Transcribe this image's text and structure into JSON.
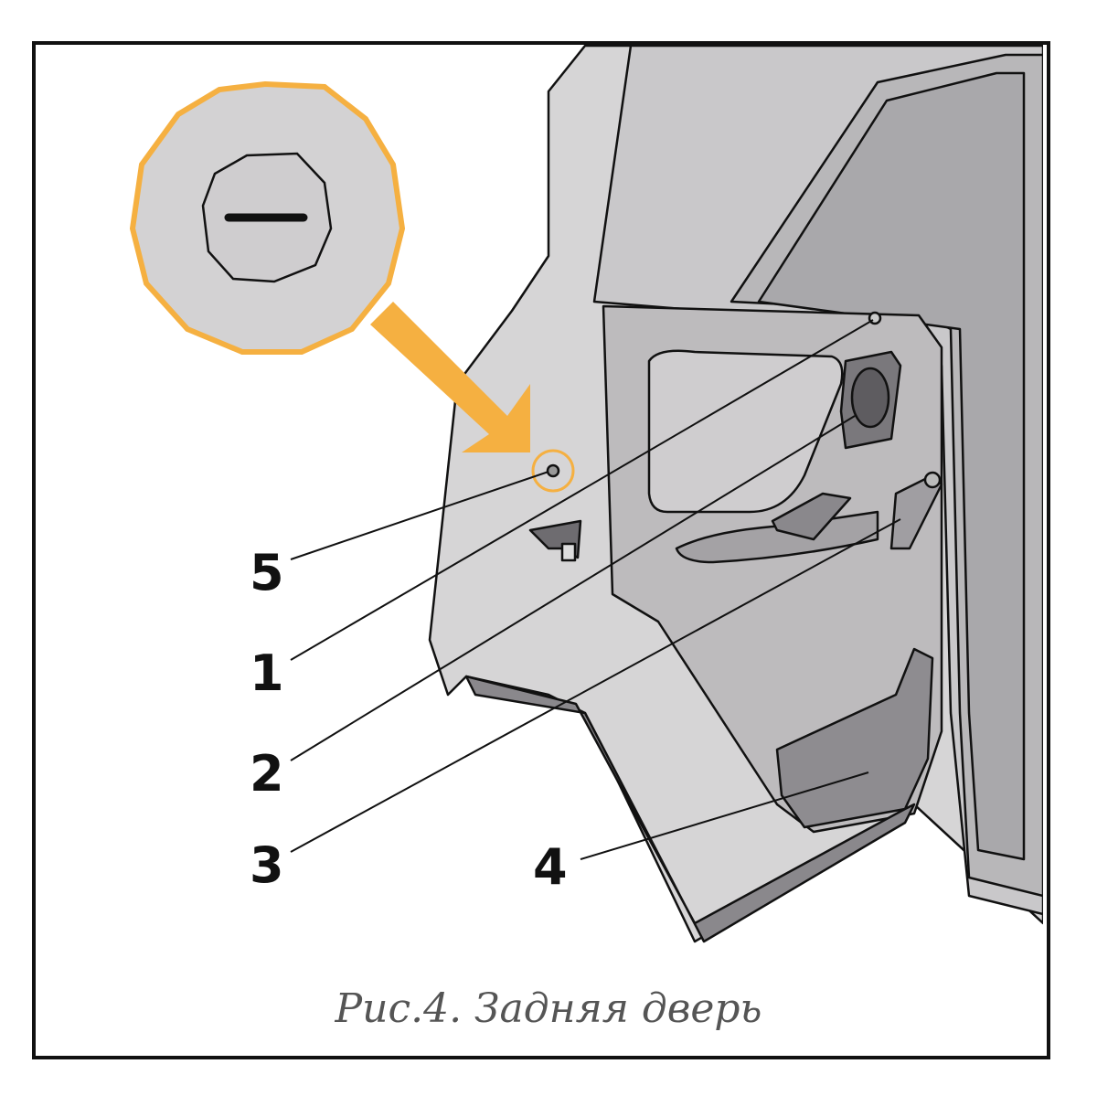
{
  "figure": {
    "caption": "Рис.4. Задняя дверь",
    "callouts": [
      {
        "label": "5"
      },
      {
        "label": "1"
      },
      {
        "label": "2"
      },
      {
        "label": "3"
      },
      {
        "label": "4"
      }
    ],
    "highlight_color": "#F5B041",
    "body_color": "#D3D2D3",
    "door_color": "#BDBBBD",
    "inset_icon": "slotted-screw-plug"
  }
}
